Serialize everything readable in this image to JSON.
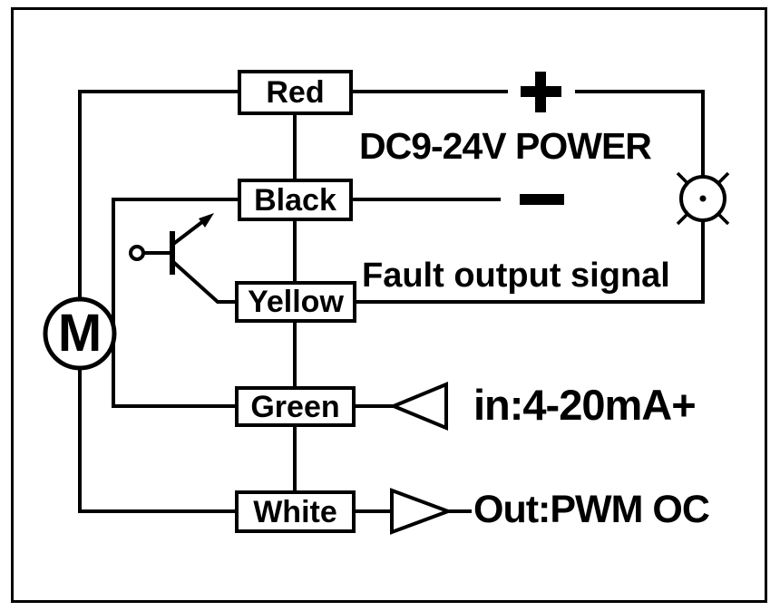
{
  "diagram": {
    "motor": {
      "label": "M"
    },
    "wire_boxes": [
      {
        "label": "Red"
      },
      {
        "label": "Black"
      },
      {
        "label": "Yellow"
      },
      {
        "label": "Green"
      },
      {
        "label": "White"
      }
    ],
    "annotations": {
      "power": "DC9-24V POWER",
      "positive_symbol": "+",
      "negative_symbol": "−",
      "fault": "Fault output signal",
      "analog_input": "in:4-20mA+",
      "pwm_output": "Out:PWM OC"
    },
    "colors": {
      "line": "#000000",
      "background": "#ffffff"
    }
  }
}
